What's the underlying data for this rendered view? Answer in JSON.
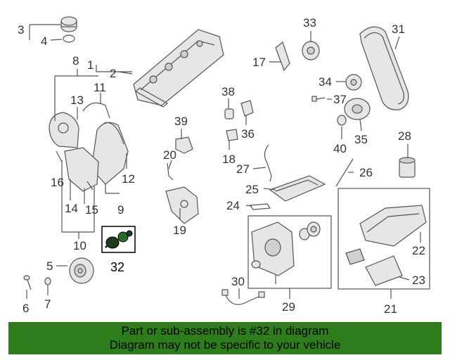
{
  "diagram": {
    "callouts": [
      "1",
      "2",
      "3",
      "4",
      "5",
      "6",
      "7",
      "8",
      "9",
      "10",
      "11",
      "12",
      "13",
      "14",
      "15",
      "16",
      "17",
      "18",
      "19",
      "20",
      "21",
      "22",
      "23",
      "24",
      "25",
      "26",
      "27",
      "28",
      "29",
      "30",
      "31",
      "32",
      "33",
      "34",
      "35",
      "36",
      "37",
      "38",
      "39",
      "40"
    ],
    "highlighted": "32"
  },
  "banner": {
    "line1": "Part or sub-assembly is #32 in diagram",
    "line2": "Diagram may not be specific to your vehicle",
    "color": "#2e7d1c"
  }
}
